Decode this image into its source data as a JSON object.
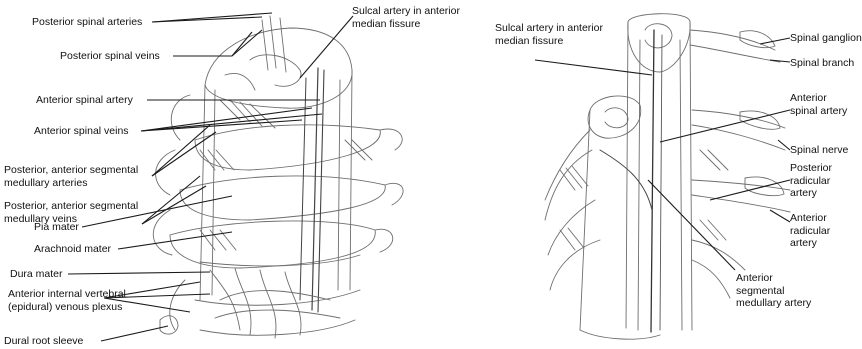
{
  "left_figure": {
    "labels": {
      "posterior_spinal_arteries": "Posterior spinal arteries",
      "posterior_spinal_veins": "Posterior spinal veins",
      "sulcal_artery": "Sulcal artery in anterior median fissure",
      "anterior_spinal_artery": "Anterior  spinal artery",
      "anterior_spinal_veins": "Anterior spinal veins",
      "segmental_arteries": "Posterior, anterior segmental medullary arteries",
      "segmental_veins": "Posterior, anterior segmental medullary veins",
      "pia_mater": "Pia mater",
      "arachnoid_mater": "Arachnoid  mater",
      "dura_mater": "Dura mater",
      "venous_plexus": "Anterior internal vertebral (epidural) venous plexus",
      "dural_root_sleeve": "Dural root sleeve"
    }
  },
  "right_figure": {
    "labels": {
      "sulcal_artery": "Sulcal artery in anterior median fissure",
      "spinal_ganglion": "Spinal ganglion",
      "spinal_branch": "Spinal branch",
      "anterior_spinal_artery": "Anterior spinal artery",
      "spinal_nerve": "Spinal nerve",
      "posterior_radicular_artery": "Posterior radicular artery",
      "anterior_radicular_artery": "Anterior radicular artery",
      "anterior_segmental_medullary_artery": "Anterior segmental medullary artery"
    }
  },
  "colors": {
    "ink": "#1a1a1a",
    "sketch": "#6e6e6e",
    "shade": "#9a9a9a"
  }
}
